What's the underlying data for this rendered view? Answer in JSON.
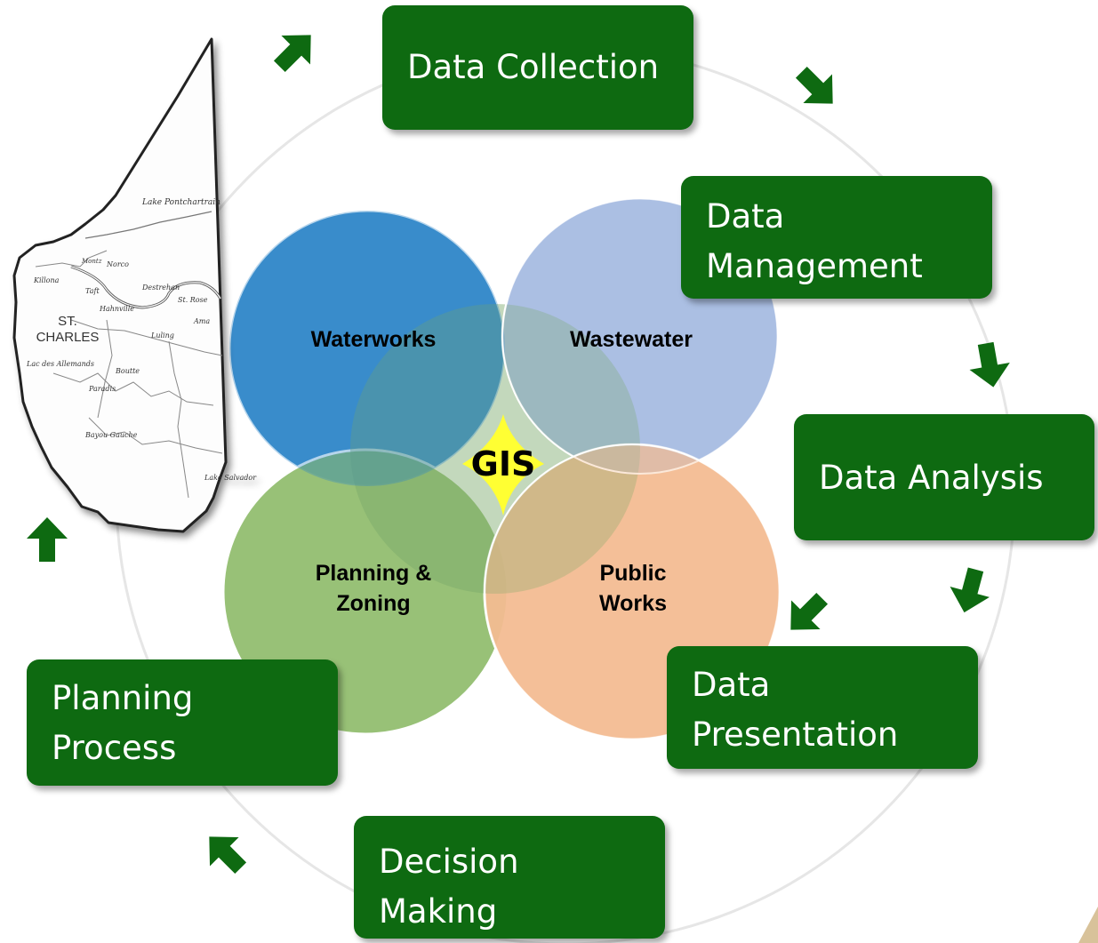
{
  "colors": {
    "box_green": "#0e6a11",
    "waterworks": "#2f86c9",
    "wastewater": "#a9bde3",
    "planning_zoning": "#8fbc6b",
    "public_works": "#f3bc92",
    "gis_center": "#ffff33",
    "cycle_ring": "#e6e6e6"
  },
  "cycle_steps": [
    {
      "id": "data-collection",
      "lines": [
        "Data Collection"
      ]
    },
    {
      "id": "data-management",
      "lines": [
        "Data",
        "Management"
      ]
    },
    {
      "id": "data-analysis",
      "lines": [
        "Data Analysis"
      ]
    },
    {
      "id": "data-presentation",
      "lines": [
        "Data",
        "Presentation"
      ]
    },
    {
      "id": "decision-making",
      "lines": [
        "Decision",
        "Making"
      ]
    },
    {
      "id": "planning-process",
      "lines": [
        "Planning",
        "Process"
      ]
    }
  ],
  "venn": {
    "center_label": "GIS",
    "circles": [
      {
        "id": "waterworks",
        "lines": [
          "Waterworks"
        ]
      },
      {
        "id": "wastewater",
        "lines": [
          "Wastewater"
        ]
      },
      {
        "id": "planning-zoning",
        "lines": [
          "Planning &",
          "Zoning"
        ]
      },
      {
        "id": "public-works",
        "lines": [
          "Public",
          "Works"
        ]
      }
    ]
  },
  "map": {
    "parish_name": [
      "ST.",
      "CHARLES"
    ],
    "place_labels": {
      "lake_pontchartrain": "Lake Pontchartrain",
      "killona": "Killona",
      "montz": "Montz",
      "norco": "Norco",
      "taft": "Taft",
      "hahnville": "Hahnville",
      "destrehan": "Destrehan",
      "st_rose": "St. Rose",
      "ama": "Ama",
      "luling": "Luling",
      "boutte": "Boutte",
      "paradis": "Paradis",
      "lac_des_allemands": "Lac des Allemands",
      "bayou_gauche": "Bayou Gauche",
      "lake_salvador": "Lake Salvador"
    }
  },
  "arrows": [
    {
      "id": "arrow-1",
      "direction": "up-right"
    },
    {
      "id": "arrow-2",
      "direction": "down-right"
    },
    {
      "id": "arrow-3",
      "direction": "down"
    },
    {
      "id": "arrow-4",
      "direction": "down"
    },
    {
      "id": "arrow-5",
      "direction": "down-left"
    },
    {
      "id": "arrow-6",
      "direction": "up-left"
    },
    {
      "id": "arrow-7",
      "direction": "up"
    }
  ]
}
